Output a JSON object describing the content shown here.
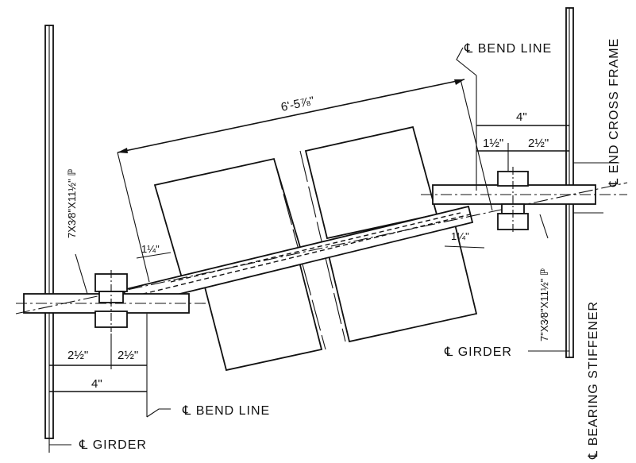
{
  "labels": {
    "bend_line_top": "℄ BEND LINE",
    "bend_line_bottom": "℄ BEND LINE",
    "girder_left": "℄ GIRDER",
    "girder_right": "℄ GIRDER",
    "end_cross_frame": "℄ END CROSS FRAME",
    "bearing_stiffener": "℄ BEARING STIFFENER",
    "plate_left": "7X3⁄8\"X11½\" ℙ",
    "plate_right": "7\"X3⁄8\"X11½\" ℙ"
  },
  "dimensions": {
    "overall": "6'-5⅞\"",
    "left_edge_offset": "1¼\"",
    "right_edge_offset": "1¼\"",
    "top_right_total": "4\"",
    "top_right_a": "1½\"",
    "top_right_b": "2½\"",
    "bottom_left_a": "2½\"",
    "bottom_left_b": "2½\"",
    "bottom_left_total": "4\""
  }
}
